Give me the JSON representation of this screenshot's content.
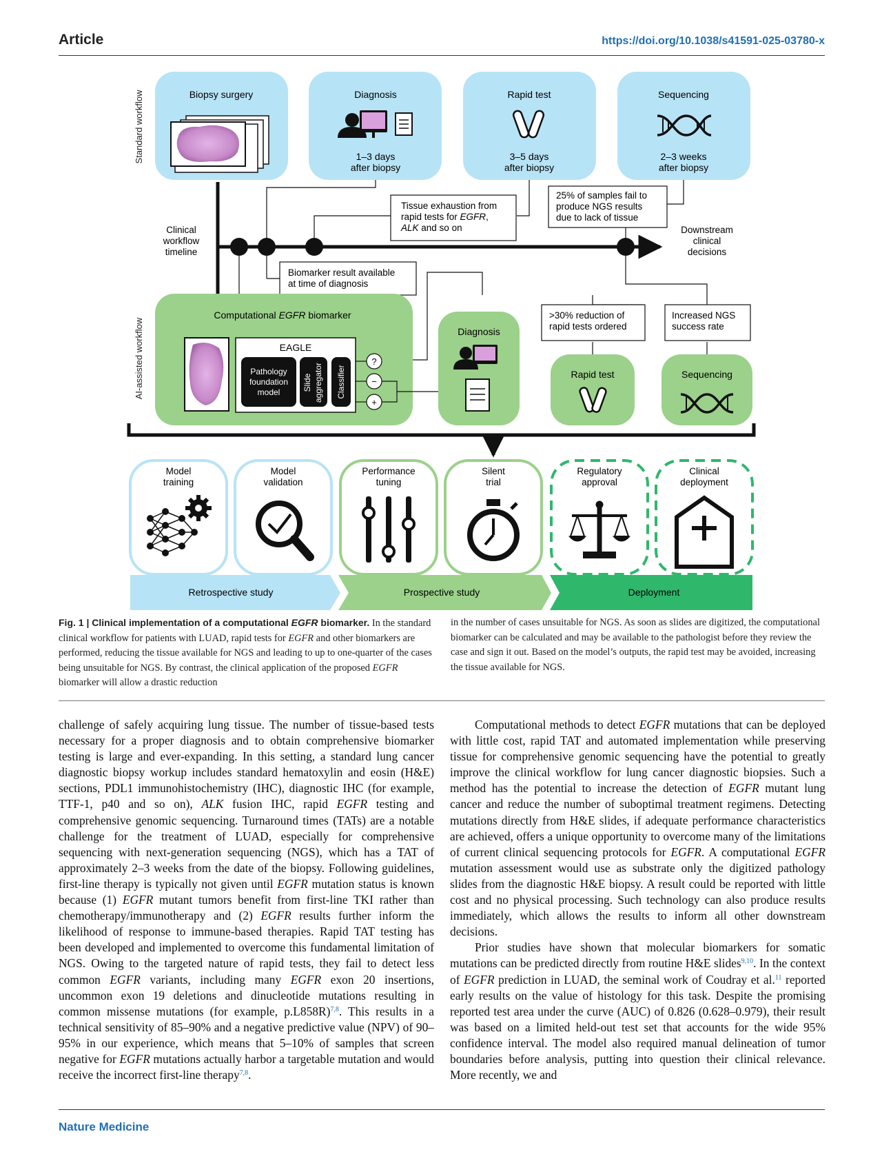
{
  "header": {
    "section": "Article",
    "doi": "https://doi.org/10.1038/s41591-025-03780-x"
  },
  "figure": {
    "side_std": "Standard workflow",
    "side_ai": "AI-assisted workflow",
    "std": {
      "biopsy": "Biopsy surgery",
      "diagnosis": "Diagnosis",
      "diag_t1": "1–3 days",
      "diag_t2": "after biopsy",
      "rapid": "Rapid test",
      "rapid_t1": "3–5 days",
      "rapid_t2": "after biopsy",
      "seq": "Sequencing",
      "seq_t1": "2–3 weeks",
      "seq_t2": "after biopsy"
    },
    "timeline": {
      "l1": "Clinical",
      "l2": "workflow",
      "l3": "timeline"
    },
    "downstream": {
      "l1": "Downstream",
      "l2": "clinical",
      "l3": "decisions"
    },
    "notes": {
      "tissue1": "Tissue exhaustion from",
      "tissue2a": "rapid tests for ",
      "tissue2b": "EGFR",
      "tissue2c": ",",
      "tissue3a": "ALK",
      "tissue3b": " and so on",
      "fail1": "25% of samples fail to",
      "fail2": "produce NGS results",
      "fail3": "due to lack of tissue",
      "bio1": "Biomarker result available",
      "bio2": "at time of diagnosis",
      "red1": ">30% reduction of",
      "red2": "rapid tests ordered",
      "inc1": "Increased NGS",
      "inc2": "success rate"
    },
    "ai": {
      "comp_a": "Computational ",
      "comp_b": "EGFR",
      "comp_c": " biomarker",
      "eagle": "EAGLE",
      "pfm1": "Pathology",
      "pfm2": "foundation",
      "pfm3": "model",
      "slide": "Slide",
      "aggr": "aggregator",
      "classifier": "Classifier",
      "q": "?",
      "minus": "−",
      "plus": "+",
      "diagnosis": "Diagnosis",
      "rapid": "Rapid test",
      "seq": "Sequencing"
    },
    "stages": {
      "s1a": "Model",
      "s1b": "training",
      "s2a": "Model",
      "s2b": "validation",
      "s3a": "Performance",
      "s3b": "tuning",
      "s4a": "Silent",
      "s4b": "trial",
      "s5a": "Regulatory",
      "s5b": "approval",
      "s6a": "Clinical",
      "s6b": "deployment"
    },
    "phases": {
      "retro": "Retrospective study",
      "pro": "Prospective study",
      "dep": "Deployment"
    },
    "colors": {
      "blue": "#b7e3f6",
      "green": "#9bd18a",
      "deploy": "#2fb76c",
      "dark": "#111111"
    }
  },
  "caption": {
    "label": "Fig. 1 | ",
    "title_a": "Clinical implementation of a computational ",
    "title_b": "EGFR",
    "title_c": " biomarker.",
    "col1_a": " In the standard clinical workflow for patients with LUAD, rapid tests for ",
    "col1_b": "EGFR",
    "col1_c": " and other biomarkers are performed, reducing the tissue available for NGS and leading to up to one-quarter of the cases being unsuitable for NGS. By contrast, the clinical application of the proposed ",
    "col1_d": "EGFR",
    "col1_e": " biomarker will allow a drastic reduction",
    "col2": "in the number of cases unsuitable for NGS. As soon as slides are digitized, the computational biomarker can be calculated and may be available to the pathologist before they review the case and sign it out. Based on the model’s outputs, the rapid test may be avoided, increasing the tissue available for NGS."
  },
  "body": {
    "c1": [
      "challenge of safely acquiring lung tissue. The number of tissue-based tests necessary for a proper diagnosis and to obtain comprehensive biomarker testing is large and ever-expanding. In this setting, a standard lung cancer diagnostic biopsy workup includes standard hematoxylin and eosin (H&E) sections, PDL1 immunohistochemistry (IHC), diagnostic IHC (for example, TTF-1, p40 and so on), ",
      "ALK",
      " fusion IHC, rapid ",
      "EGFR",
      " testing and comprehensive genomic sequencing. Turnaround times (TATs) are a notable challenge for the treatment of LUAD, especially for comprehensive sequencing with next-generation sequencing (NGS), which has a TAT of approximately 2–3 weeks from the date of the biopsy. Following guidelines, first-line therapy is typically not given until ",
      "EGFR",
      " mutation status is known because (1) ",
      "EGFR",
      " mutant tumors benefit from first-line TKI rather than chemotherapy/immunotherapy and (2) ",
      "EGFR",
      " results further inform the likelihood of response to immune-based therapies. Rapid TAT testing has been developed and implemented to overcome this fundamental limitation of NGS. Owing to the targeted nature of rapid tests, they fail to detect less common ",
      "EGFR",
      " variants, including many ",
      "EGFR",
      " exon 20 insertions, uncommon exon 19 deletions and dinucleotide mutations resulting in common missense mutations (for example, p.L858R)",
      "7,8",
      ". This results in a technical sensitivity of 85–90% and a negative predictive value (NPV) of 90–95% in our experience, which means that 5–10% of samples that screen negative for ",
      "EGFR",
      " mutations actually harbor a targetable mutation and would receive the incorrect first-line therapy",
      "7,8",
      "."
    ],
    "c2p1": [
      "Computational methods to detect ",
      "EGFR",
      " mutations that can be deployed with little cost, rapid TAT and automated implementation while preserving tissue for comprehensive genomic sequencing have the potential to greatly improve the clinical workflow for lung cancer diagnostic biopsies. Such a method has the potential to increase the detection of ",
      "EGFR",
      " mutant lung cancer and reduce the number of suboptimal treatment regimens. Detecting mutations directly from H&E slides, if adequate performance characteristics are achieved, offers a unique opportunity to overcome many of the limitations of current clinical sequencing protocols for ",
      "EGFR",
      ". A computational ",
      "EGFR",
      " mutation assessment would use as substrate only the digitized pathology slides from the diagnostic H&E biopsy. A result could be reported with little cost and no physical processing. Such technology can also produce results immediately, which allows the results to inform all other downstream decisions."
    ],
    "c2p2": [
      "Prior studies have shown that molecular biomarkers for somatic mutations can be predicted directly from routine H&E slides",
      "9,10",
      ". In the context of ",
      "EGFR",
      " prediction in LUAD, the seminal work of Coudray et al.",
      "11",
      " reported early results on the value of histology for this task. Despite the promising reported test area under the curve (AUC) of 0.826 (0.628–0.979), their result was based on a limited held-out test set that accounts for the wide 95% confidence interval. The model also required manual delineation of tumor boundaries before analysis, putting into question their clinical relevance. More recently, we and"
    ]
  },
  "footer": {
    "journal": "Nature Medicine"
  }
}
